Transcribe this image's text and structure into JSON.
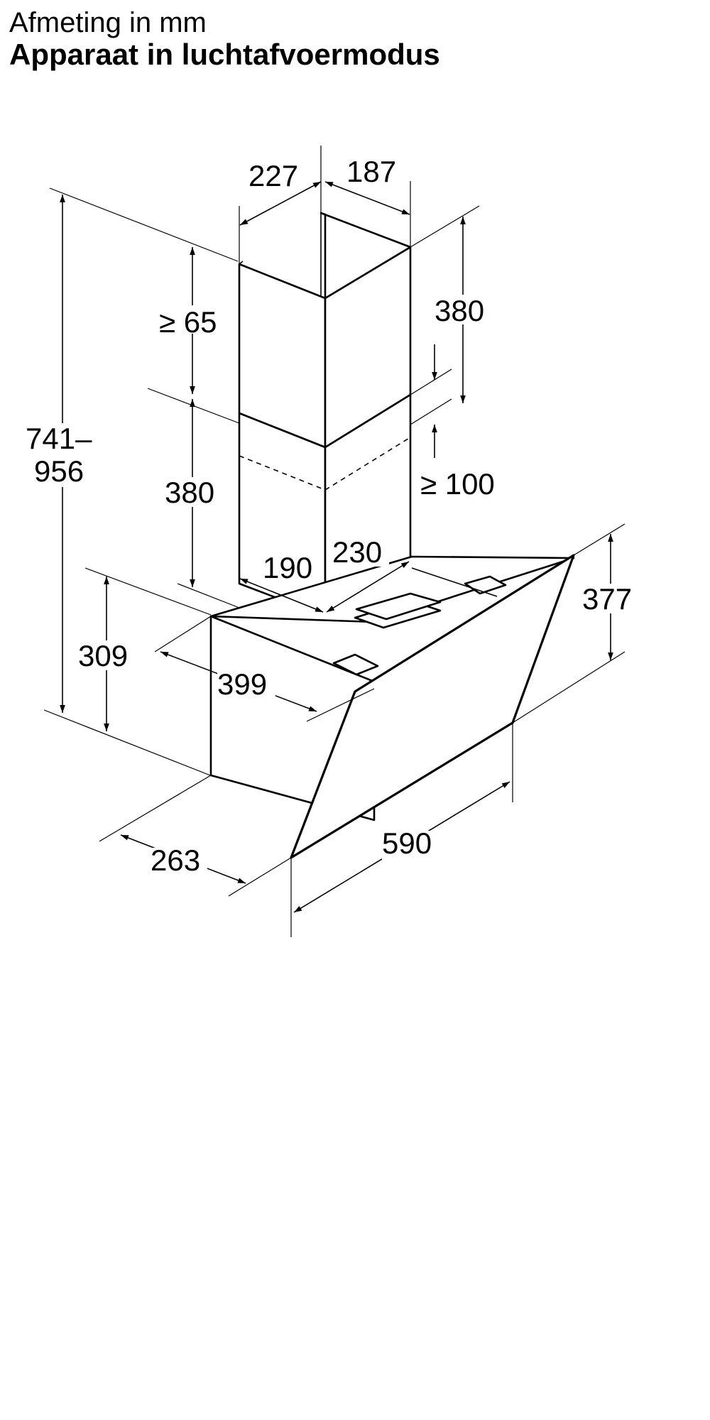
{
  "header": {
    "subtitle": "Afmeting in mm",
    "title": "Apparaat in luchtafvoermodus"
  },
  "dimensions": {
    "chimney_width": "227",
    "chimney_depth": "187",
    "gap_top": "≥ 65",
    "upper_chimney_height": "380",
    "total_height_line1": "741–",
    "total_height_line2": "956",
    "lower_chimney_height": "380",
    "clearance": "≥ 100",
    "inner_width": "190",
    "inner_depth": "230",
    "glass_height": "377",
    "body_height": "309",
    "body_width": "399",
    "body_depth": "263",
    "total_width": "590"
  }
}
